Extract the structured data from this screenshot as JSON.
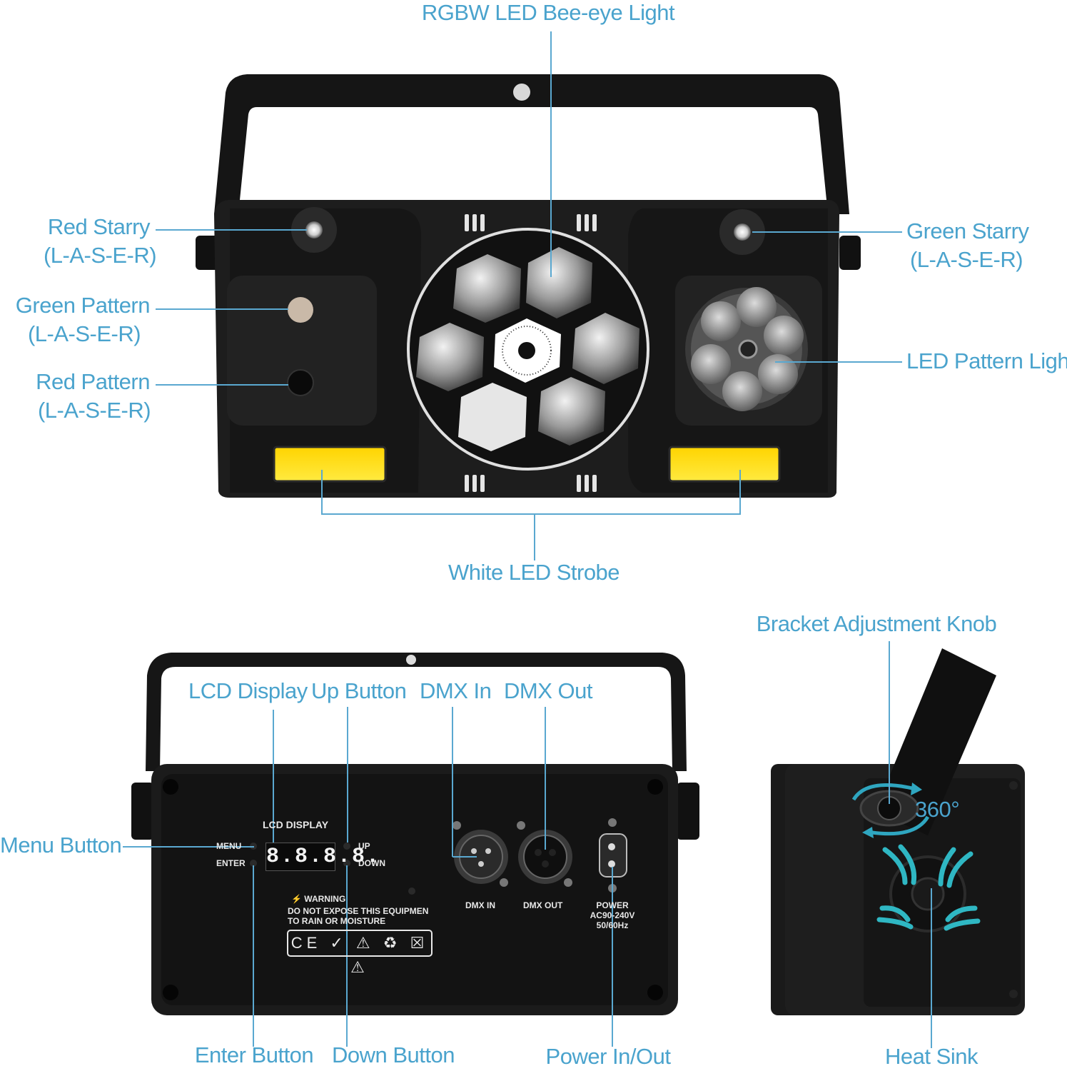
{
  "labels": {
    "rgbw_led_bee_eye_light": "RGBW LED Bee-eye Light",
    "red_starry": "Red Starry",
    "red_starry_sub": "(L-A-S-E-R)",
    "green_starry": "Green Starry",
    "green_starry_sub": "(L-A-S-E-R)",
    "green_pattern": "Green Pattern",
    "green_pattern_sub": "(L-A-S-E-R)",
    "red_pattern": "Red Pattern",
    "red_pattern_sub": "(L-A-S-E-R)",
    "led_pattern_light": "LED Pattern Light",
    "white_led_strobe": "White LED Strobe",
    "bracket_adjustment_knob": "Bracket Adjustment Knob",
    "lcd_display": "LCD Display",
    "up_button": "Up Button",
    "dmx_in": "DMX In",
    "dmx_out": "DMX Out",
    "menu_button": "Menu Button",
    "enter_button": "Enter Button",
    "down_button": "Down Button",
    "power_in_out": "Power In/Out",
    "heat_sink": "Heat Sink",
    "rotation": "360°"
  },
  "panel": {
    "lcd_title": "LCD DISPLAY",
    "menu": "MENU",
    "enter": "ENTER",
    "up": "UP",
    "down": "DOWN",
    "display_value": "8.8.8.8.",
    "warning_title": "WARNING",
    "warning_line1": "DO NOT EXPOSE THIS EQUIPMEN",
    "warning_line2": "TO RAIN OR MOISTURE",
    "dmx_in": "DMX IN",
    "dmx_out": "DMX OUT",
    "power": "POWER",
    "voltage": "AC90-240V",
    "frequency": "50/60Hz",
    "cert_marks": "CE ✓ ⚠ ♻ ☒ ⚠"
  },
  "colors": {
    "label": "#4aa3cd",
    "leader": "#5aa8d0",
    "body": "#1c1c1c",
    "body_dark": "#0d0d0d",
    "strobe": "#ffe11a",
    "heatsink_glow": "#2fb7c3"
  }
}
